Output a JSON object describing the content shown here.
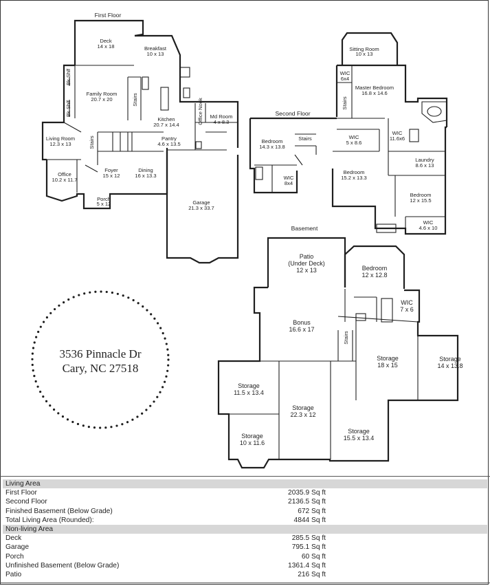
{
  "floors": {
    "first": {
      "title": "First Floor",
      "rooms": [
        {
          "name": "Deck",
          "dims": "14 x 18"
        },
        {
          "name": "Breakfast",
          "dims": "10 x 13"
        },
        {
          "name": "Bk Shlf",
          "dims": ""
        },
        {
          "name": "Bk Shlf",
          "dims": ""
        },
        {
          "name": "Family Room",
          "dims": "20.7 x 20"
        },
        {
          "name": "Stairs",
          "dims": ""
        },
        {
          "name": "Kitchen",
          "dims": "20.7 x 14.4"
        },
        {
          "name": "Office Nook",
          "dims": ""
        },
        {
          "name": "Md Room",
          "dims": "4 x 8.3"
        },
        {
          "name": "Living Room",
          "dims": "12.3 x 13"
        },
        {
          "name": "Stairs",
          "dims": ""
        },
        {
          "name": "Pantry",
          "dims": "4.6 x 13.5"
        },
        {
          "name": "Office",
          "dims": "10.2 x 11.7"
        },
        {
          "name": "Foyer",
          "dims": "15 x 12"
        },
        {
          "name": "Dining",
          "dims": "16 x 13.3"
        },
        {
          "name": "Porch",
          "dims": "5 x 12"
        },
        {
          "name": "Garage",
          "dims": "21.3 x 33.7"
        }
      ]
    },
    "second": {
      "title": "Second Floor",
      "rooms": [
        {
          "name": "Sitting Room",
          "dims": "10 x 13"
        },
        {
          "name": "WIC",
          "dims": "6x4"
        },
        {
          "name": "Master Bedroom",
          "dims": "16.8 x 14.6"
        },
        {
          "name": "Stairs",
          "dims": ""
        },
        {
          "name": "Bedroom",
          "dims": "14.3 x 13.8"
        },
        {
          "name": "Stairs",
          "dims": ""
        },
        {
          "name": "WIC",
          "dims": "5 x 8.6"
        },
        {
          "name": "WIC",
          "dims": "11.6x6"
        },
        {
          "name": "Laundry",
          "dims": "8.6 x 13"
        },
        {
          "name": "WIC",
          "dims": "8x4"
        },
        {
          "name": "Bedroom",
          "dims": "15.2 x 13.3"
        },
        {
          "name": "Bedroom",
          "dims": "12 x 15.5"
        },
        {
          "name": "WIC",
          "dims": "4.6 x 10"
        }
      ]
    },
    "basement": {
      "title": "Basement",
      "rooms": [
        {
          "name": "Patio",
          "sub": "(Under Deck)",
          "dims": "12 x 13"
        },
        {
          "name": "Bedroom",
          "dims": "12 x 12.8"
        },
        {
          "name": "WIC",
          "dims": "7 x 6"
        },
        {
          "name": "Bonus",
          "dims": "16.6 x 17"
        },
        {
          "name": "Stairs",
          "dims": ""
        },
        {
          "name": "Storage",
          "dims": "18 x 15"
        },
        {
          "name": "Storage",
          "dims": "14 x 13.8"
        },
        {
          "name": "Storage",
          "dims": "11.5 x 13.4"
        },
        {
          "name": "Storage",
          "dims": "22.3 x 12"
        },
        {
          "name": "Storage",
          "dims": "10 x 11.6"
        },
        {
          "name": "Storage",
          "dims": "15.5 x 13.4"
        }
      ]
    }
  },
  "address": {
    "line1": "3536 Pinnacle Dr",
    "line2": "Cary, NC 27518"
  },
  "area_table": {
    "living_header": "Living Area",
    "living": [
      {
        "label": "First Floor",
        "value": "2035.9 Sq ft"
      },
      {
        "label": "Second Floor",
        "value": "2136.5 Sq ft"
      },
      {
        "label": "Finished Basement (Below Grade)",
        "value": "672 Sq ft"
      },
      {
        "label": "Total Living Area (Rounded):",
        "value": "4844 Sq ft"
      }
    ],
    "nonliving_header": "Non-living Area",
    "nonliving": [
      {
        "label": "Deck",
        "value": "285.5 Sq ft"
      },
      {
        "label": "Garage",
        "value": "795.1 Sq ft"
      },
      {
        "label": "Porch",
        "value": "60 Sq ft"
      },
      {
        "label": "Unfinished Basement (Below Grade)",
        "value": "1361.4 Sq ft"
      },
      {
        "label": "Patio",
        "value": "216 Sq ft"
      }
    ]
  }
}
